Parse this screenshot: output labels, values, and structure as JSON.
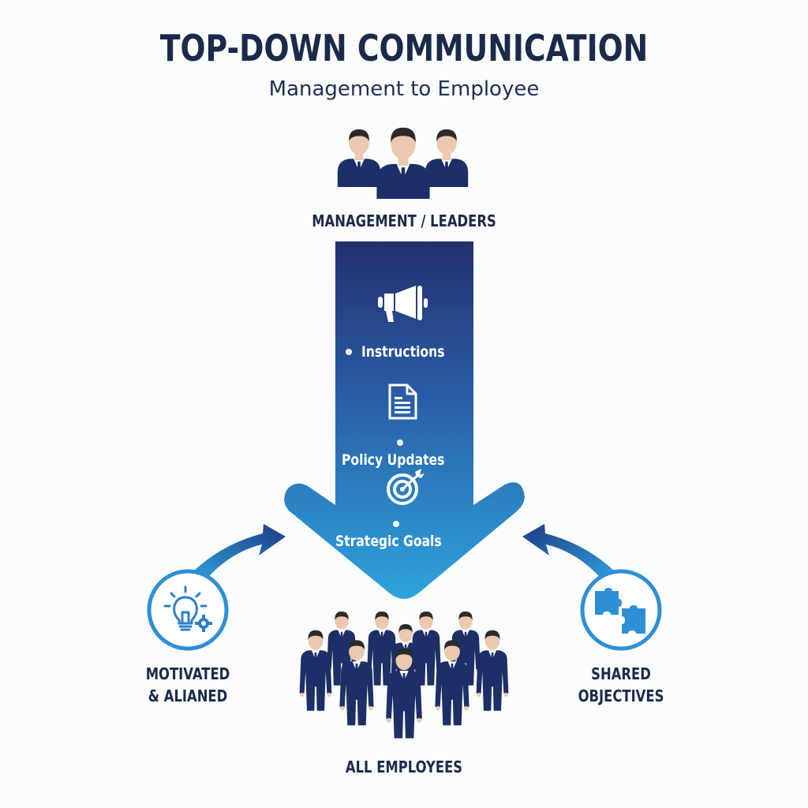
{
  "header": {
    "title": "TOP-DOWN COMMUNICATION",
    "subtitle": "Management to Employee"
  },
  "management": {
    "label": "MANAGEMENT / LEADERS",
    "icon": "leaders-group-icon"
  },
  "arrow": {
    "color_top": "#232f6e",
    "color_bottom": "#2ea4dc",
    "items": [
      {
        "label": "Instructions",
        "icon": "megaphone-icon"
      },
      {
        "label": "Policy Updates",
        "icon": "document-icon"
      },
      {
        "label": "Strategic Goals",
        "icon": "target-icon"
      }
    ]
  },
  "employees": {
    "label": "ALL EMPLOYEES",
    "icon": "employees-group-icon"
  },
  "left_feedback": {
    "label_line1": "MOTIVATED",
    "label_line2": "& ALIANED",
    "icon": "lightbulb-gear-icon"
  },
  "right_feedback": {
    "label_line1": "SHARED",
    "label_line2": "OBJECTIVES",
    "icon": "puzzle-icon"
  },
  "colors": {
    "navy": "#1b2a4a",
    "suit": "#1d2f66",
    "accent_blue": "#2e8fd6",
    "skin": "#ecc8ae",
    "hair": "#2b2b2b"
  }
}
